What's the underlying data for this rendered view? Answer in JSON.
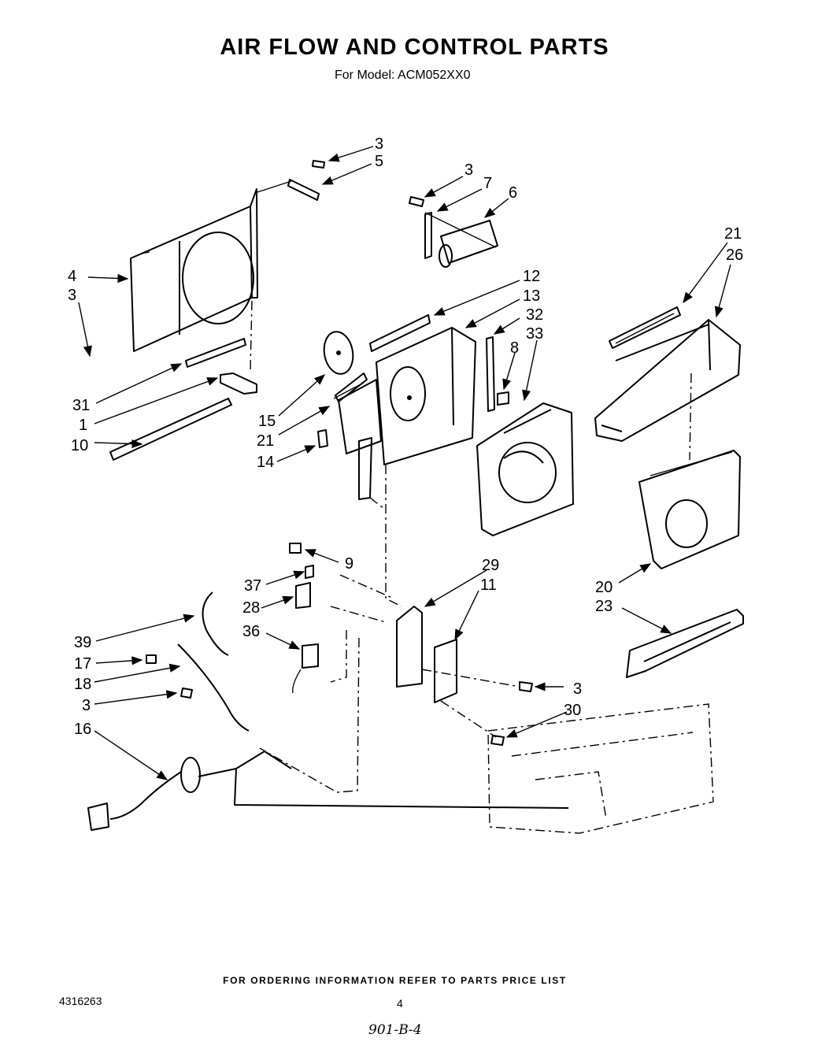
{
  "header": {
    "title": "AIR FLOW AND CONTROL PARTS",
    "model_line": "For Model: ACM052XX0"
  },
  "callouts": [
    "3",
    "5",
    "3",
    "7",
    "6",
    "21",
    "26",
    "4",
    "3",
    "12",
    "13",
    "32",
    "8",
    "33",
    "31",
    "1",
    "10",
    "15",
    "21",
    "14",
    "9",
    "29",
    "11",
    "37",
    "28",
    "20",
    "23",
    "39",
    "36",
    "17",
    "18",
    "3",
    "3",
    "16",
    "30"
  ],
  "footer": {
    "ordering_note": "FOR ORDERING INFORMATION REFER TO PARTS PRICE LIST",
    "doc_number": "4316263",
    "page_number": "4",
    "handwritten_note": "901-B-4"
  }
}
